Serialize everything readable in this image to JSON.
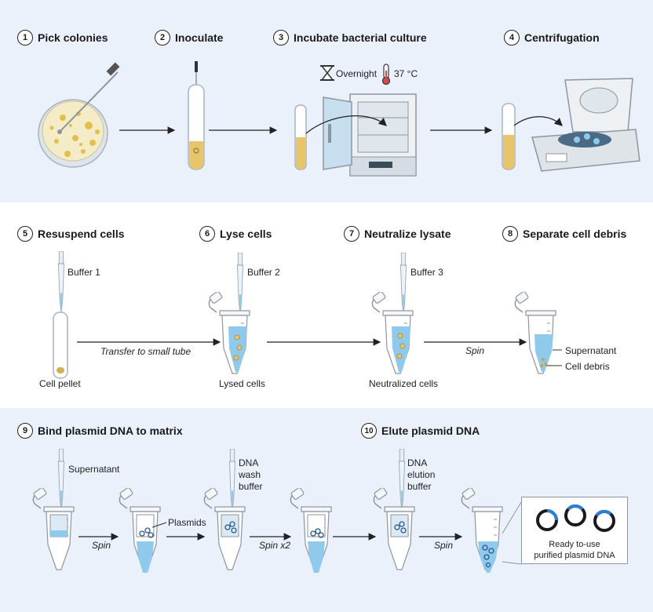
{
  "rows": [
    {
      "steps": [
        {
          "num": "1",
          "title": "Pick colonies"
        },
        {
          "num": "2",
          "title": "Inoculate"
        },
        {
          "num": "3",
          "title": "Incubate bacterial culture"
        },
        {
          "num": "4",
          "title": "Centrifugation"
        }
      ]
    },
    {
      "steps": [
        {
          "num": "5",
          "title": "Resuspend cells"
        },
        {
          "num": "6",
          "title": "Lyse cells"
        },
        {
          "num": "7",
          "title": "Neutralize lysate"
        },
        {
          "num": "8",
          "title": "Separate cell debris"
        }
      ]
    },
    {
      "steps": [
        {
          "num": "9",
          "title": "Bind plasmid DNA to matrix"
        },
        {
          "num": "10",
          "title": "Elute plasmid DNA"
        }
      ]
    }
  ],
  "incubation": {
    "time": "Overnight",
    "temperature": "37 °C"
  },
  "labels": {
    "buffer1": "Buffer 1",
    "buffer2": "Buffer 2",
    "buffer3": "Buffer 3",
    "cell_pellet": "Cell pellet",
    "lysed_cells": "Lysed cells",
    "neutralized_cells": "Neutralized cells",
    "supernatant": "Supernatant",
    "cell_debris": "Cell debris",
    "supernatant_9": "Supernatant",
    "plasmids": "Plasmids",
    "wash_buffer": [
      "DNA",
      "wash",
      "buffer"
    ],
    "elution_buffer": [
      "DNA",
      "elution",
      "buffer"
    ]
  },
  "arrows": {
    "transfer": "Transfer to small tube",
    "spin_8": "Spin",
    "spin_9a": "Spin",
    "spin_x2": "Spin x2",
    "spin_10": "Spin"
  },
  "result": {
    "line1": "Ready to-use",
    "line2": "purified plasmid DNA"
  },
  "colors": {
    "band": "#eaf1fb",
    "liquid": "#8fc9ec",
    "culture": "#e8c46a",
    "accent": "#2a7fd4"
  }
}
